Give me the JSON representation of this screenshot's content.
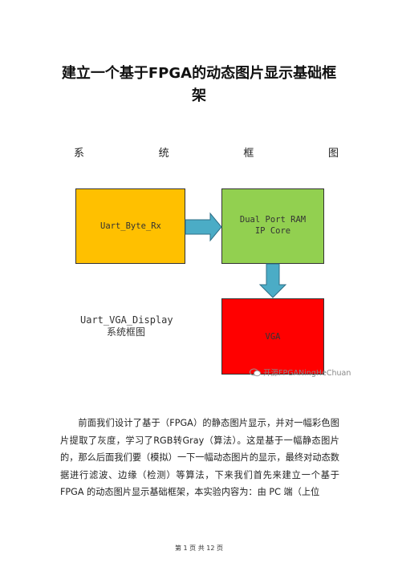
{
  "document": {
    "title_line1": "建立一个基于FPGA的动态图片显示基础框",
    "title_line2": "架",
    "section_heading": [
      "系",
      "统",
      "框",
      "图"
    ]
  },
  "diagram": {
    "uart_box": "Uart_Byte_Rx",
    "dpram_box_line1": "Dual Port RAM",
    "dpram_box_line2": "IP Core",
    "vga_box": "VGA",
    "label_line1": "Uart_VGA_Display",
    "label_line2": "系统框图",
    "watermark": "开源FPGANingHeChuan",
    "colors": {
      "uart": "#ffc000",
      "dpram": "#92d050",
      "vga": "#ff0000",
      "arrow": "#4bacc6"
    }
  },
  "body": {
    "paragraph": "前面我们设计了基于（FPGA）的静态图片显示，并对一幅彩色图片提取了灰度，学习了RGB转Gray（算法）。这是基于一幅静态图片的，那么后面我们要（模拟）一下一幅动态图片的显示，最终对动态数据进行滤波、边缘（检测）等算法，下来我们首先来建立一个基于 FPGA 的动态图片显示基础框架，本实验内容为：由 PC 端（上位"
  },
  "footer": {
    "page_text": "第 1 页 共 12 页"
  }
}
